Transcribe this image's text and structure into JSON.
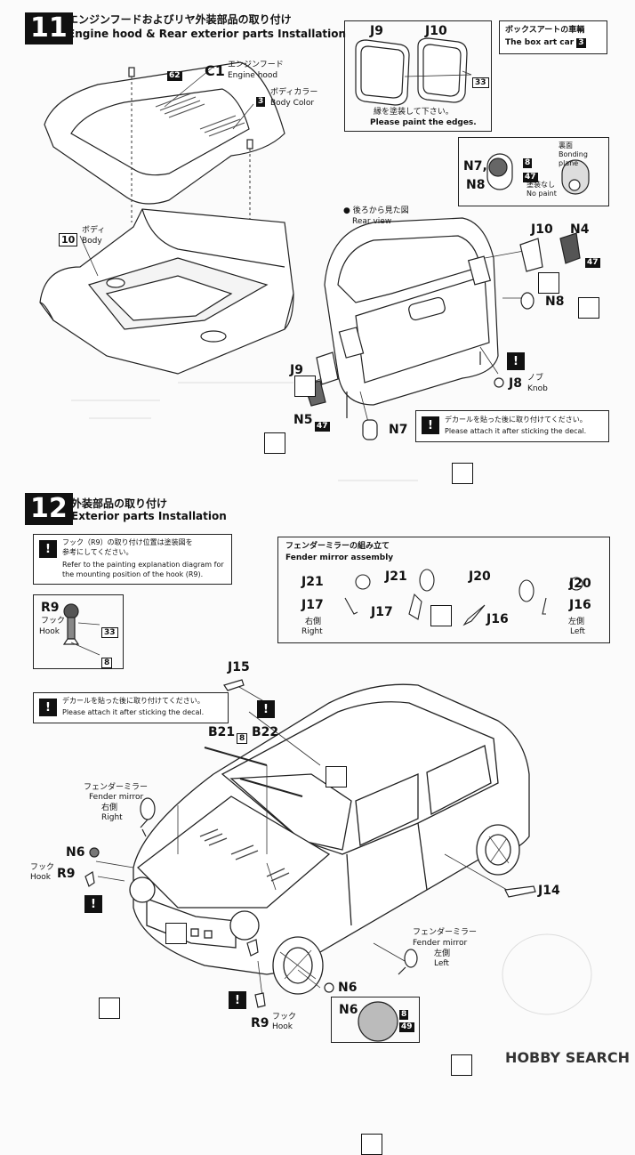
{
  "step11": {
    "number": "11",
    "title_jp": "エンジンフードおよびリヤ外装部品の取り付け",
    "title_en": "Engine hood & Rear exterior parts  Installation"
  },
  "step11_parts": {
    "c1": "C1",
    "c1_jp": "エンジンフード",
    "c1_en": "Engine hood",
    "num62": "62",
    "num3": "3",
    "body_color_jp": "ボディカラー",
    "body_color_en": "Body Color",
    "num10": "10",
    "body_jp": "ボディ",
    "body_en": "Body",
    "rear_view_jp": "後ろから見た図",
    "rear_view_en": "Rear view",
    "j10": "J10",
    "n4": "N4",
    "n4_num": "47",
    "n8": "N8",
    "j9": "J9",
    "n5": "N5",
    "n5_num": "47",
    "n7": "N7",
    "j8": "J8",
    "knob_jp": "ノブ",
    "knob_en": "Knob",
    "decal_note_jp": "デカールを貼った後に取り付けてください。",
    "decal_note_en": "Please attach it after sticking the decal."
  },
  "lens_box": {
    "j9": "J9",
    "j10": "J10",
    "num": "33",
    "note_jp": "縁を塗装して下さい。",
    "note_en": "Please paint the edges."
  },
  "boxart": {
    "jp": "ボックスアートの車輌",
    "en": "The box art car",
    "num": "3"
  },
  "bonding": {
    "n7n8": "N7,",
    "n8": "N8",
    "num8": "8",
    "num47": "47",
    "nopaint_jp": "塗装なし",
    "nopaint_en": "No paint",
    "back_jp": "裏面",
    "back_en": "Bonding plane"
  },
  "step12": {
    "number": "12",
    "title_jp": "外装部品の取り付け",
    "title_en": "Exterior parts  Installation"
  },
  "hook_note": {
    "jp1": "フック（R9）の取り付け位置は塗装図を",
    "jp2": "参考にしてください。",
    "en1": "Refer to the painting explanation diagram for",
    "en2": "the mounting position of the hook (R9)."
  },
  "hook_part": {
    "r9": "R9",
    "jp": "フック",
    "en": "Hook",
    "num33": "33",
    "num8": "8"
  },
  "decal_note2": {
    "jp": "デカールを貼った後に取り付けてください。",
    "en": "Please attach it after sticking the decal."
  },
  "mirror_box": {
    "title_jp": "フェンダーミラーの組み立て",
    "title_en": "Fender mirror assembly",
    "j21a": "J21",
    "j17a": "J17",
    "right_jp": "右側",
    "right_en": "Right",
    "j21b": "J21",
    "j17b": "J17",
    "j20a": "J20",
    "j16a": "J16",
    "j20b": "J20",
    "j16b": "J16",
    "left_jp": "左側",
    "left_en": "Left"
  },
  "step12_parts": {
    "j15": "J15",
    "b21": "B21",
    "num8": "8",
    "b22": "B22",
    "fm_jp": "フェンダーミラー",
    "fm_en": "Fender mirror",
    "right_jp": "右側",
    "right_en": "Right",
    "n6": "N6",
    "hook_jp": "フック",
    "hook_en": "Hook",
    "r9": "R9",
    "j14": "J14",
    "fm2_jp": "フェンダーミラー",
    "fm2_en": "Fender mirror",
    "left_jp": "左側",
    "left_en": "Left",
    "n6b": "N6",
    "r9b": "R9",
    "hook2_jp": "フック",
    "hook2_en": "Hook"
  },
  "n6_box": {
    "label": "N6",
    "num8": "8",
    "num49": "49"
  },
  "watermark": "HOBBY SEARCH"
}
